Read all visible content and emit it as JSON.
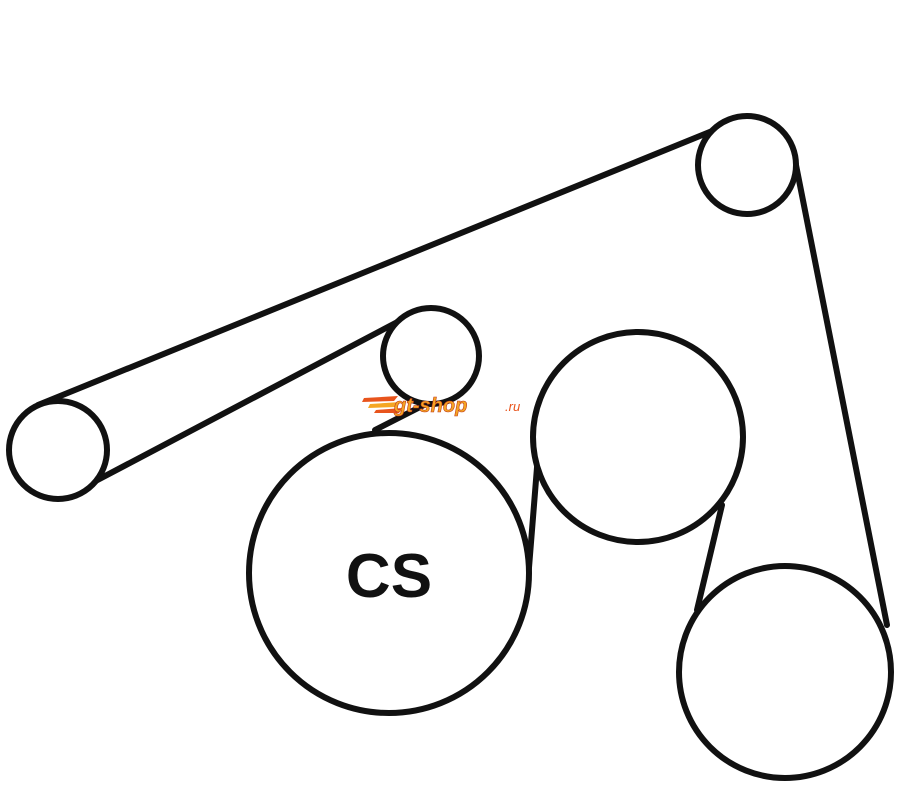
{
  "diagram": {
    "pulley_label": "CS",
    "watermark": {
      "brand": "gt-shop",
      "suffix": ".ru",
      "brand_color": "#f5a623",
      "accent_color": "#e8541c"
    },
    "line_color": "#111111",
    "background": "#ffffff",
    "pulleys": [
      {
        "name": "pulley-left-idler"
      },
      {
        "name": "pulley-top-right-idler"
      },
      {
        "name": "pulley-upper-small-idler"
      },
      {
        "name": "pulley-crankshaft"
      },
      {
        "name": "pulley-center-right"
      },
      {
        "name": "pulley-bottom-right"
      }
    ]
  }
}
